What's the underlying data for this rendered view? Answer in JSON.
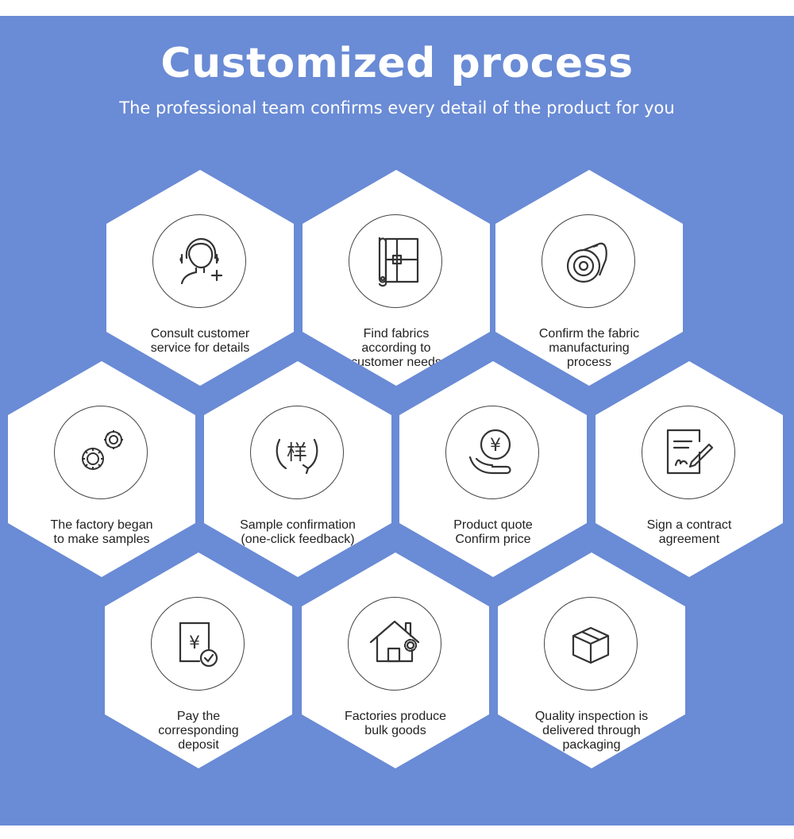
{
  "header": {
    "title": "Customized process",
    "subtitle": "The professional team confirms every detail of the product for you"
  },
  "steps": [
    {
      "label": "Consult customer\nservice for details",
      "icon": "customer-service-icon"
    },
    {
      "label": "Find fabrics\naccording to\ncustomer needs",
      "icon": "fabric-roll-icon"
    },
    {
      "label": "Confirm the fabric\nmanufacturing\nprocess",
      "icon": "fabric-bolt-icon"
    },
    {
      "label": "The factory began\nto make samples",
      "icon": "gears-icon"
    },
    {
      "label": "Sample confirmation\n(one-click feedback)",
      "icon": "sample-icon",
      "glyph": "样"
    },
    {
      "label": "Product quote\nConfirm price",
      "icon": "price-hand-icon",
      "glyph": "¥"
    },
    {
      "label": "Sign a contract\nagreement",
      "icon": "contract-icon"
    },
    {
      "label": "Pay the\ncorresponding\ndeposit",
      "icon": "deposit-icon",
      "glyph": "¥"
    },
    {
      "label": "Factories produce\nbulk goods",
      "icon": "factory-house-icon"
    },
    {
      "label": "Quality inspection is\ndelivered through\npackaging",
      "icon": "package-box-icon"
    }
  ]
}
